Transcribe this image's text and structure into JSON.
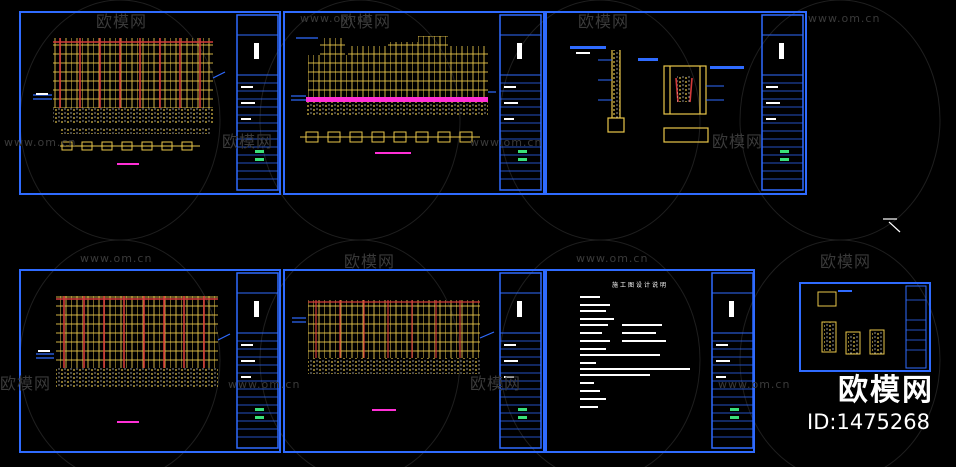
{
  "colors": {
    "background": "#000000",
    "sheet_border": "#2f6bff",
    "struct": "#e8c64a",
    "red_line": "#d23a3a",
    "magenta": "#ff2fd6",
    "green": "#39e07a",
    "white_text": "#ffffff",
    "watermark": "#3a3a3a"
  },
  "watermark": {
    "brand_name": "欧模网",
    "url": "www.om.cn"
  },
  "brand_badge": {
    "name": "欧模网",
    "id": "ID:1475268"
  },
  "sheets": [
    {
      "name": "elevation-grid-red"
    },
    {
      "name": "elevation-setback"
    },
    {
      "name": "wall-section-details"
    },
    {
      "name": "elevation-grid-red-2"
    },
    {
      "name": "elevation-plain"
    },
    {
      "name": "design-notes"
    },
    {
      "name": "small-details"
    }
  ],
  "notes_title": "施工图设计说明"
}
